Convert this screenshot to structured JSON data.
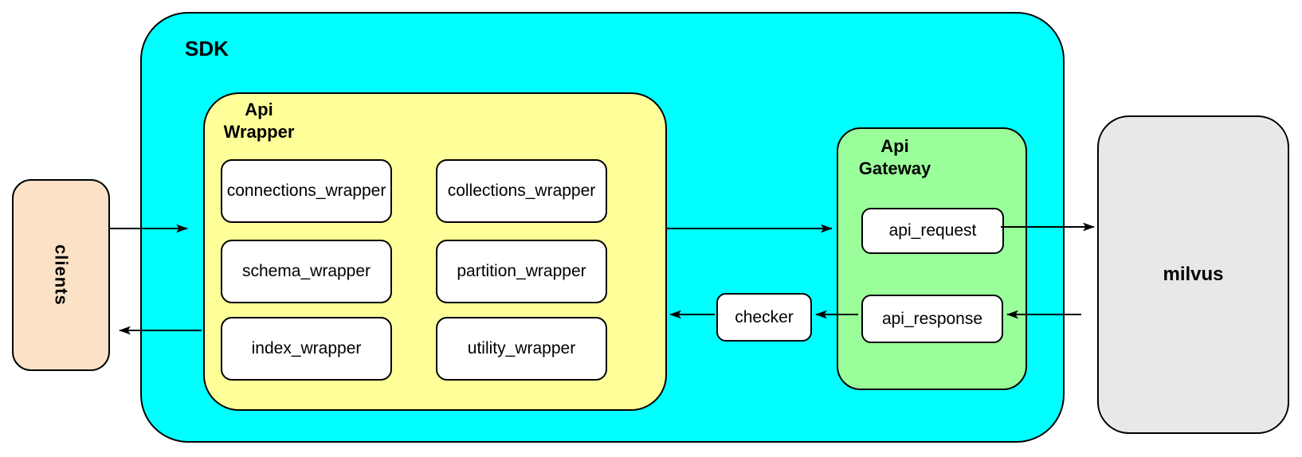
{
  "nodes": {
    "clients": {
      "label": "clients"
    },
    "sdk": {
      "label": "SDK"
    },
    "api_wrapper": {
      "label": "Api\nWrapper",
      "modules": [
        "connections_wrapper",
        "collections_wrapper",
        "schema_wrapper",
        "partition_wrapper",
        "index_wrapper",
        "utility_wrapper"
      ]
    },
    "api_gateway": {
      "label": "Api\nGateway",
      "api_request": "api_request",
      "api_response": "api_response"
    },
    "checker": {
      "label": "checker"
    },
    "milvus": {
      "label": "milvus"
    }
  },
  "connections": [
    {
      "from": "clients",
      "to": "sdk-api-wrapper",
      "direction": "right"
    },
    {
      "from": "api-wrapper",
      "to": "api-gateway",
      "direction": "right"
    },
    {
      "from": "api_request",
      "to": "milvus",
      "direction": "right"
    },
    {
      "from": "milvus",
      "to": "api_response",
      "direction": "left"
    },
    {
      "from": "api_response",
      "to": "checker",
      "direction": "left"
    },
    {
      "from": "checker",
      "to": "api-wrapper",
      "direction": "left"
    },
    {
      "from": "api-wrapper",
      "to": "clients",
      "direction": "left"
    }
  ],
  "colors": {
    "sdk_fill": "#00FFFF",
    "api_wrapper_fill": "#FFFF99",
    "api_gateway_fill": "#9AFF9A",
    "clients_fill": "#FBE2C7",
    "milvus_fill": "#E8E8E8",
    "box_fill": "#FFFFFF",
    "border": "#000000"
  }
}
